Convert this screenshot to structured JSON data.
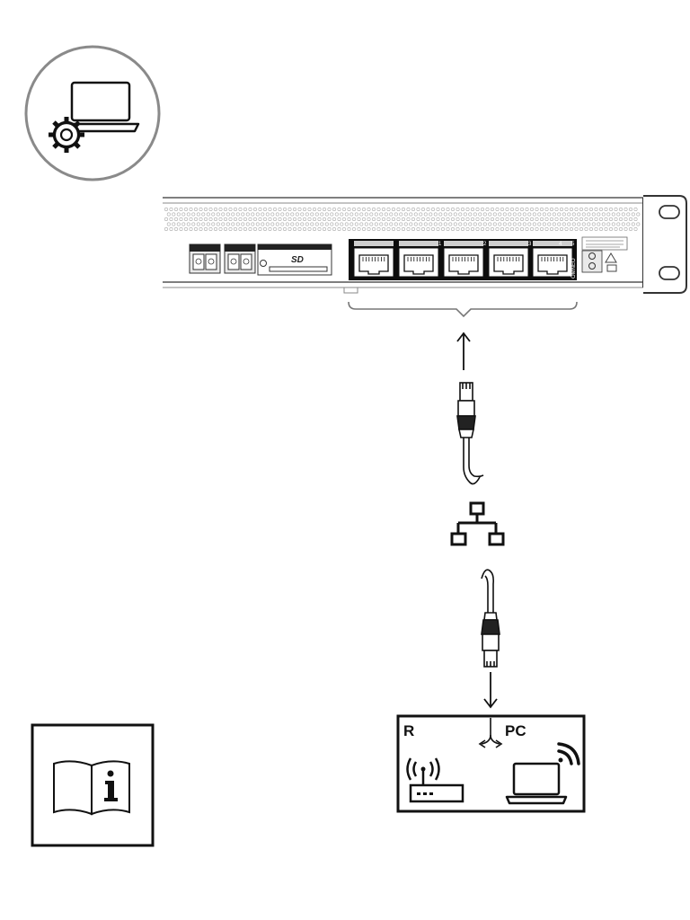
{
  "labels": {
    "router_letter": "R",
    "pc_letter": "PC",
    "sd_logo": "SD",
    "port_1": "1",
    "port_2": "2",
    "port_3": "3",
    "port_4": "4",
    "port_5": "5",
    "side_text": "OMNEO"
  },
  "icons": {
    "config_badge": "laptop-gear-icon",
    "manual": "manual-info-icon",
    "network": "network-topology-icon",
    "router": "wireless-router-icon",
    "laptop": "wireless-laptop-icon"
  },
  "colors": {
    "stroke": "#111111",
    "circle_stroke": "#8a8a8a",
    "panel_fill": "#e9e9e9",
    "port_fill": "#0d0d0d",
    "connector_fill": "#ffffff"
  }
}
